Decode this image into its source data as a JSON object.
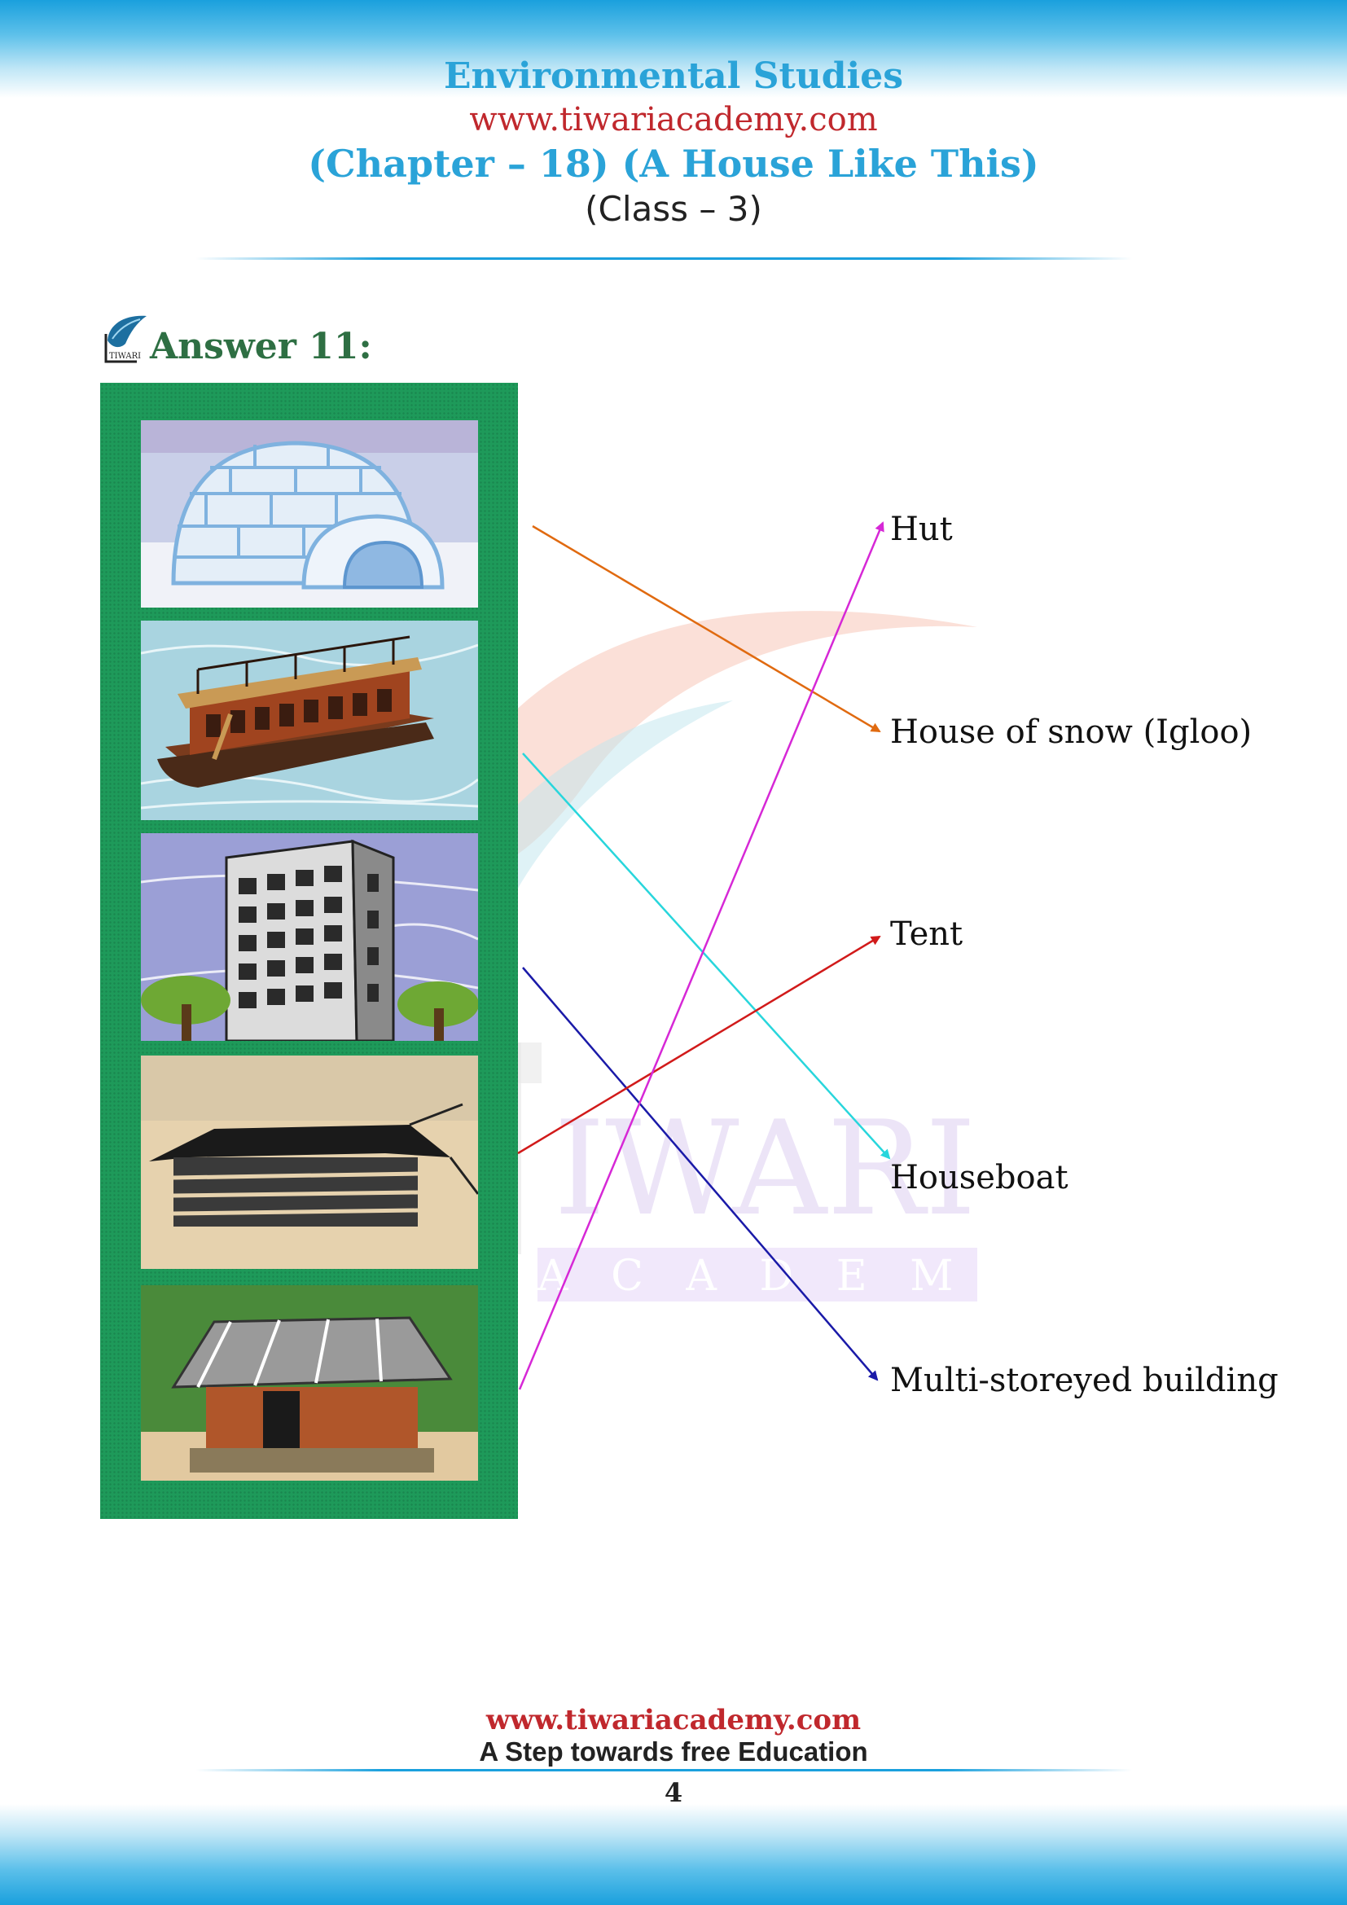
{
  "header": {
    "subject": "Environmental Studies",
    "website": "www.tiwariacademy.com",
    "chapter": "(Chapter – 18) (A House Like This)",
    "class": "(Class – 3)"
  },
  "answer": {
    "title": "Answer 11:",
    "logo_text": "TIWARI"
  },
  "pictures": [
    {
      "name": "igloo"
    },
    {
      "name": "houseboat"
    },
    {
      "name": "multi-storeyed-building"
    },
    {
      "name": "tent"
    },
    {
      "name": "hut"
    }
  ],
  "labels": [
    "Hut",
    "House of snow (Igloo)",
    "Tent",
    "Houseboat",
    "Multi-storeyed building"
  ],
  "matches": [
    {
      "picture": "igloo",
      "label": "House of snow (Igloo)",
      "color": "#e06a10"
    },
    {
      "picture": "houseboat",
      "label": "Houseboat",
      "color": "#28d6dc"
    },
    {
      "picture": "multi-storeyed-building",
      "label": "Multi-storeyed building",
      "color": "#1a1aa8"
    },
    {
      "picture": "tent",
      "label": "Tent",
      "color": "#d11a1a"
    },
    {
      "picture": "hut",
      "label": "Hut",
      "color": "#d628d6"
    }
  ],
  "watermark": {
    "text": "IWARI",
    "subtext": "A C A D E M Y"
  },
  "footer": {
    "website": "www.tiwariacademy.com",
    "tagline": "A Step towards free Education",
    "page_number": "4"
  }
}
